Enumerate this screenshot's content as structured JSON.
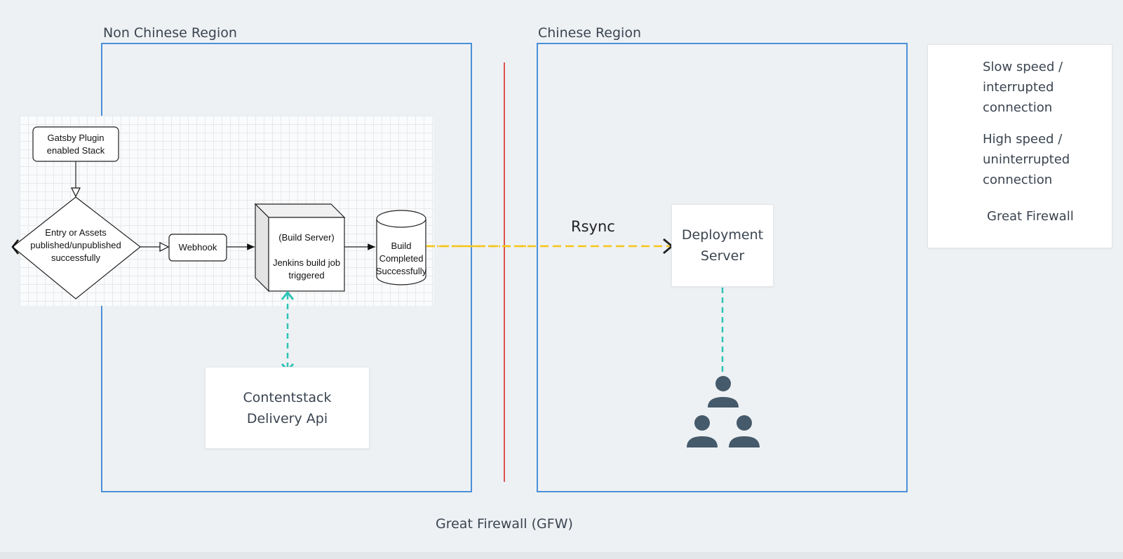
{
  "regions": {
    "non_chinese": {
      "title": "Non Chinese Region"
    },
    "chinese": {
      "title": "Chinese Region"
    }
  },
  "flowchart": {
    "gatsby_stack": [
      "Gatsby Plugin",
      "enabled Stack"
    ],
    "decision": [
      "Entry or Assets",
      "published/unpublished",
      "successfully"
    ],
    "webhook": "Webhook",
    "build_server": [
      "(Build Server)",
      "",
      "Jenkins build job",
      "triggered"
    ],
    "build_completed": [
      "Build",
      "Completed",
      "Successfully"
    ]
  },
  "cards": {
    "delivery_api": "Contentstack\nDelivery Api",
    "deployment_server": "Deployment\nServer"
  },
  "connection_label": "Rsync",
  "firewall_caption": "Great Firewall (GFW)",
  "legend": {
    "slow": "Slow speed /\ninterrupted\nconnection",
    "fast": "High speed /\nuninterrupted\nconnection",
    "firewall": "Great Firewall"
  },
  "icons": {
    "users": "users-group-icon"
  },
  "colors": {
    "region_border": "#4a90d9",
    "firewall": "#d9534f",
    "slow_line": "#f5c518",
    "fast_line": "#2ec4b6",
    "users_icon": "#455a6b"
  }
}
